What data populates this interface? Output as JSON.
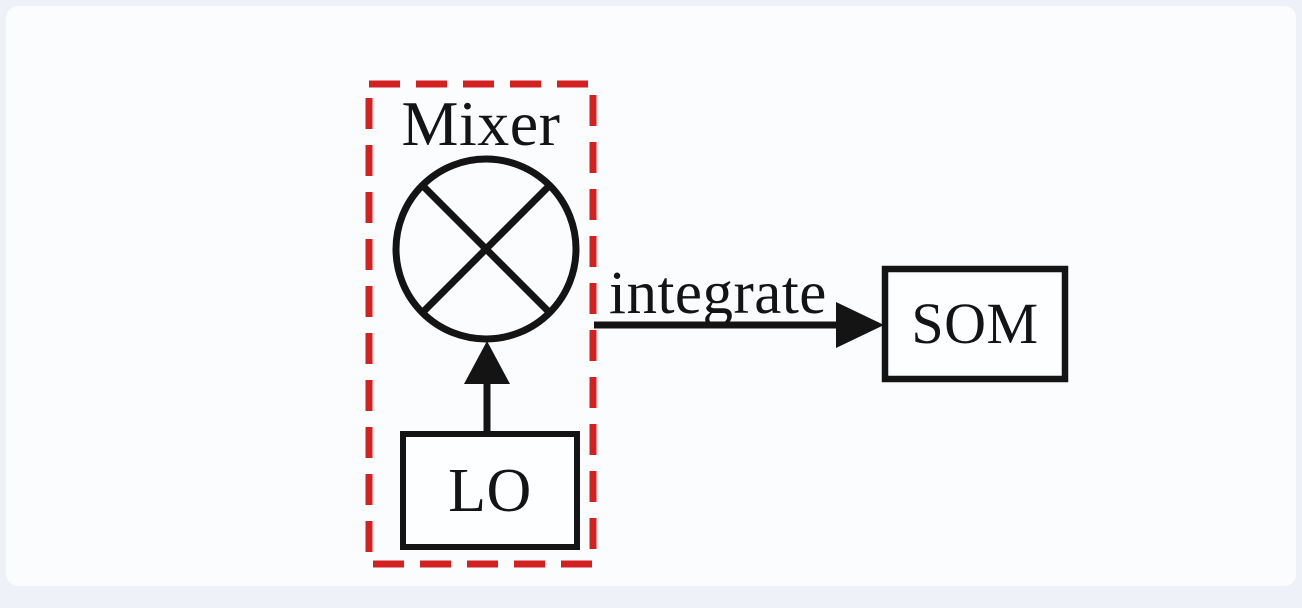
{
  "diagram": {
    "title_none": "",
    "mixer_group": {
      "label": "Mixer",
      "symbol": "multiplier-circle-x"
    },
    "lo_box": {
      "label": "LO"
    },
    "som_box": {
      "label": "SOM"
    },
    "edges": [
      {
        "from": "LO",
        "to": "Mixer",
        "label": ""
      },
      {
        "from": "Mixer",
        "to": "SOM",
        "label": "integrate"
      }
    ],
    "arrow_label": "integrate",
    "colors": {
      "dashed_border": "#d32121",
      "line": "#141414",
      "text": "#141414",
      "page_background": "#eef2f8",
      "card_background": "#fbfcfe"
    }
  }
}
